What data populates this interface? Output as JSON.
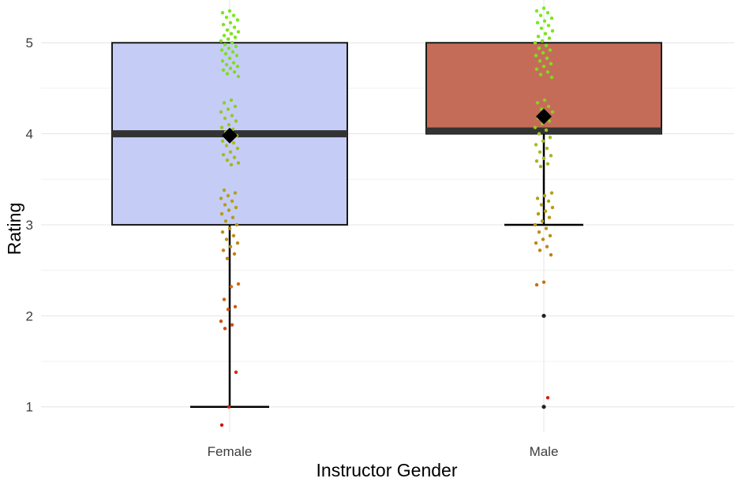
{
  "chart_data": {
    "type": "boxplot",
    "title": "",
    "xlabel": "Instructor Gender",
    "ylabel": "Rating",
    "ylim": [
      0.72,
      5.47
    ],
    "yticks": [
      1,
      2,
      3,
      4,
      5
    ],
    "grid": true,
    "categories": [
      "Female",
      "Male"
    ],
    "boxes": [
      {
        "category": "Female",
        "whisker_low": 1,
        "q1": 3,
        "median": 4,
        "q3": 5,
        "whisker_high": 5,
        "mean": 3.98,
        "fill": "#c5cdf7"
      },
      {
        "category": "Male",
        "whisker_low": 3,
        "q1": 4,
        "median": 4,
        "q3": 5,
        "whisker_high": 5,
        "mean": 4.19,
        "fill": "#c46c58"
      }
    ],
    "outliers": [
      {
        "category": "Male",
        "values": [
          2,
          1
        ]
      }
    ],
    "points": [
      {
        "category": "Female",
        "values": [
          5.35,
          5.33,
          5.3,
          5.28,
          5.25,
          5.22,
          5.2,
          5.17,
          5.14,
          5.12,
          5.1,
          5.08,
          5.06,
          5.04,
          5.02,
          5.0,
          4.98,
          4.96,
          4.94,
          4.92,
          4.9,
          4.88,
          4.86,
          4.83,
          4.8,
          4.78,
          4.76,
          4.74,
          4.72,
          4.7,
          4.68,
          4.66,
          4.63,
          4.37,
          4.34,
          4.3,
          4.27,
          4.24,
          4.2,
          4.17,
          4.14,
          4.1,
          4.07,
          4.05,
          4.02,
          3.98,
          3.95,
          3.92,
          3.9,
          3.87,
          3.84,
          3.8,
          3.77,
          3.74,
          3.71,
          3.68,
          3.66,
          3.38,
          3.35,
          3.32,
          3.29,
          3.26,
          3.22,
          3.19,
          3.16,
          3.12,
          3.08,
          3.04,
          3.0,
          2.96,
          2.92,
          2.88,
          2.84,
          2.8,
          2.76,
          2.72,
          2.68,
          2.63,
          2.35,
          2.32,
          2.18,
          2.1,
          2.07,
          1.94,
          1.9,
          1.86,
          1.38,
          1.0,
          0.8
        ]
      },
      {
        "category": "Male",
        "values": [
          5.38,
          5.35,
          5.33,
          5.3,
          5.27,
          5.24,
          5.22,
          5.19,
          5.16,
          5.13,
          5.1,
          5.07,
          5.05,
          5.02,
          5.0,
          4.97,
          4.94,
          4.92,
          4.89,
          4.86,
          4.83,
          4.8,
          4.77,
          4.74,
          4.71,
          4.68,
          4.65,
          4.62,
          4.37,
          4.34,
          4.3,
          4.27,
          4.24,
          4.2,
          4.17,
          4.14,
          4.11,
          4.07,
          4.04,
          4.0,
          3.96,
          3.92,
          3.88,
          3.84,
          3.8,
          3.76,
          3.73,
          3.7,
          3.67,
          3.64,
          3.35,
          3.32,
          3.29,
          3.26,
          3.22,
          3.19,
          3.15,
          3.12,
          3.08,
          3.04,
          3.0,
          2.96,
          2.92,
          2.88,
          2.84,
          2.8,
          2.76,
          2.72,
          2.67,
          2.37,
          2.34,
          1.1
        ]
      }
    ]
  }
}
